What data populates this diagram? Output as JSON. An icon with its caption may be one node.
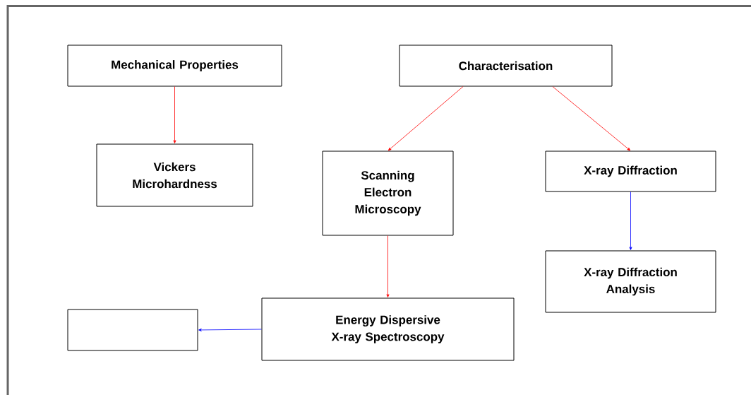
{
  "diagram": {
    "nodes": [
      {
        "text": [
          "Mechanical Properties"
        ]
      },
      {
        "text": [
          "Characterisation"
        ]
      },
      {
        "text": [
          "Vickers Microhardness"
        ]
      },
      {
        "text": [
          "Scanning Electron Microscopy"
        ]
      },
      {
        "text": [
          "X-ray Diffraction"
        ]
      },
      {
        "text": [
          "X-ray Diffraction Analysis"
        ]
      },
      {
        "text": [],
        "shape": "box"
      },
      {
        "text": [
          "Energy Dispersive X-ray Spectroscopy"
        ]
      }
    ],
    "edges": [
      {
        "from": 0,
        "to": 2,
        "arrow": "to"
      },
      {
        "from": 1,
        "to": 3,
        "arrow": "to"
      },
      {
        "from": 1,
        "to": 4,
        "arrow": "to"
      },
      {
        "from": 4,
        "to": 5,
        "arrow": "to",
        "color": "#0000ff"
      },
      {
        "from": 3,
        "to": 7,
        "arrow": "to"
      },
      {
        "from": 7,
        "to": 6,
        "arrow": "to",
        "color": "#0000ff"
      }
    ]
  }
}
